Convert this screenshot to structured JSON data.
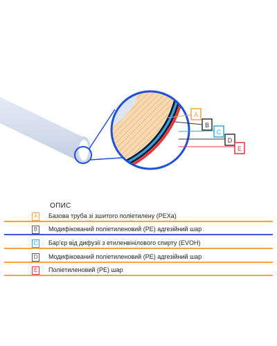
{
  "legend": {
    "title": "ОПИС",
    "items": [
      {
        "letter": "A",
        "label": "Базова труба зі зшитого поліетилену (PEXa)",
        "color": "#f4a340"
      },
      {
        "letter": "B",
        "label": "Модифікований поліетиленовий (PE) адгезійний шар",
        "color": "#3b5bd6"
      },
      {
        "letter": "C",
        "label": "Бар'єр від дифузії з етиленвінілового спирту (EVOH)",
        "color": "#28a8e6"
      },
      {
        "letter": "D",
        "label": "Модифікований поліетиленовий (PE) адгезійний шар",
        "color": "#555555"
      },
      {
        "letter": "E",
        "label": "Поліетиленовий (PE) шар",
        "color": "#e8343b"
      }
    ]
  },
  "callouts": [
    {
      "letter": "A",
      "color": "#f4a340"
    },
    {
      "letter": "B",
      "color": "#333333"
    },
    {
      "letter": "C",
      "color": "#28a8e6"
    },
    {
      "letter": "D",
      "color": "#333333"
    },
    {
      "letter": "E",
      "color": "#e8343b"
    }
  ],
  "colors": {
    "pipe": "#dde3f1",
    "pipe_shadow": "#c7cfe4",
    "magnifier": "#1e4fd8",
    "pexa_fill": "#f6d9b0",
    "hatch": "#e2a35a",
    "evoh": "#28a8e6",
    "adhesive": "#1a1a2e",
    "pe_outer": "#e8343b"
  }
}
